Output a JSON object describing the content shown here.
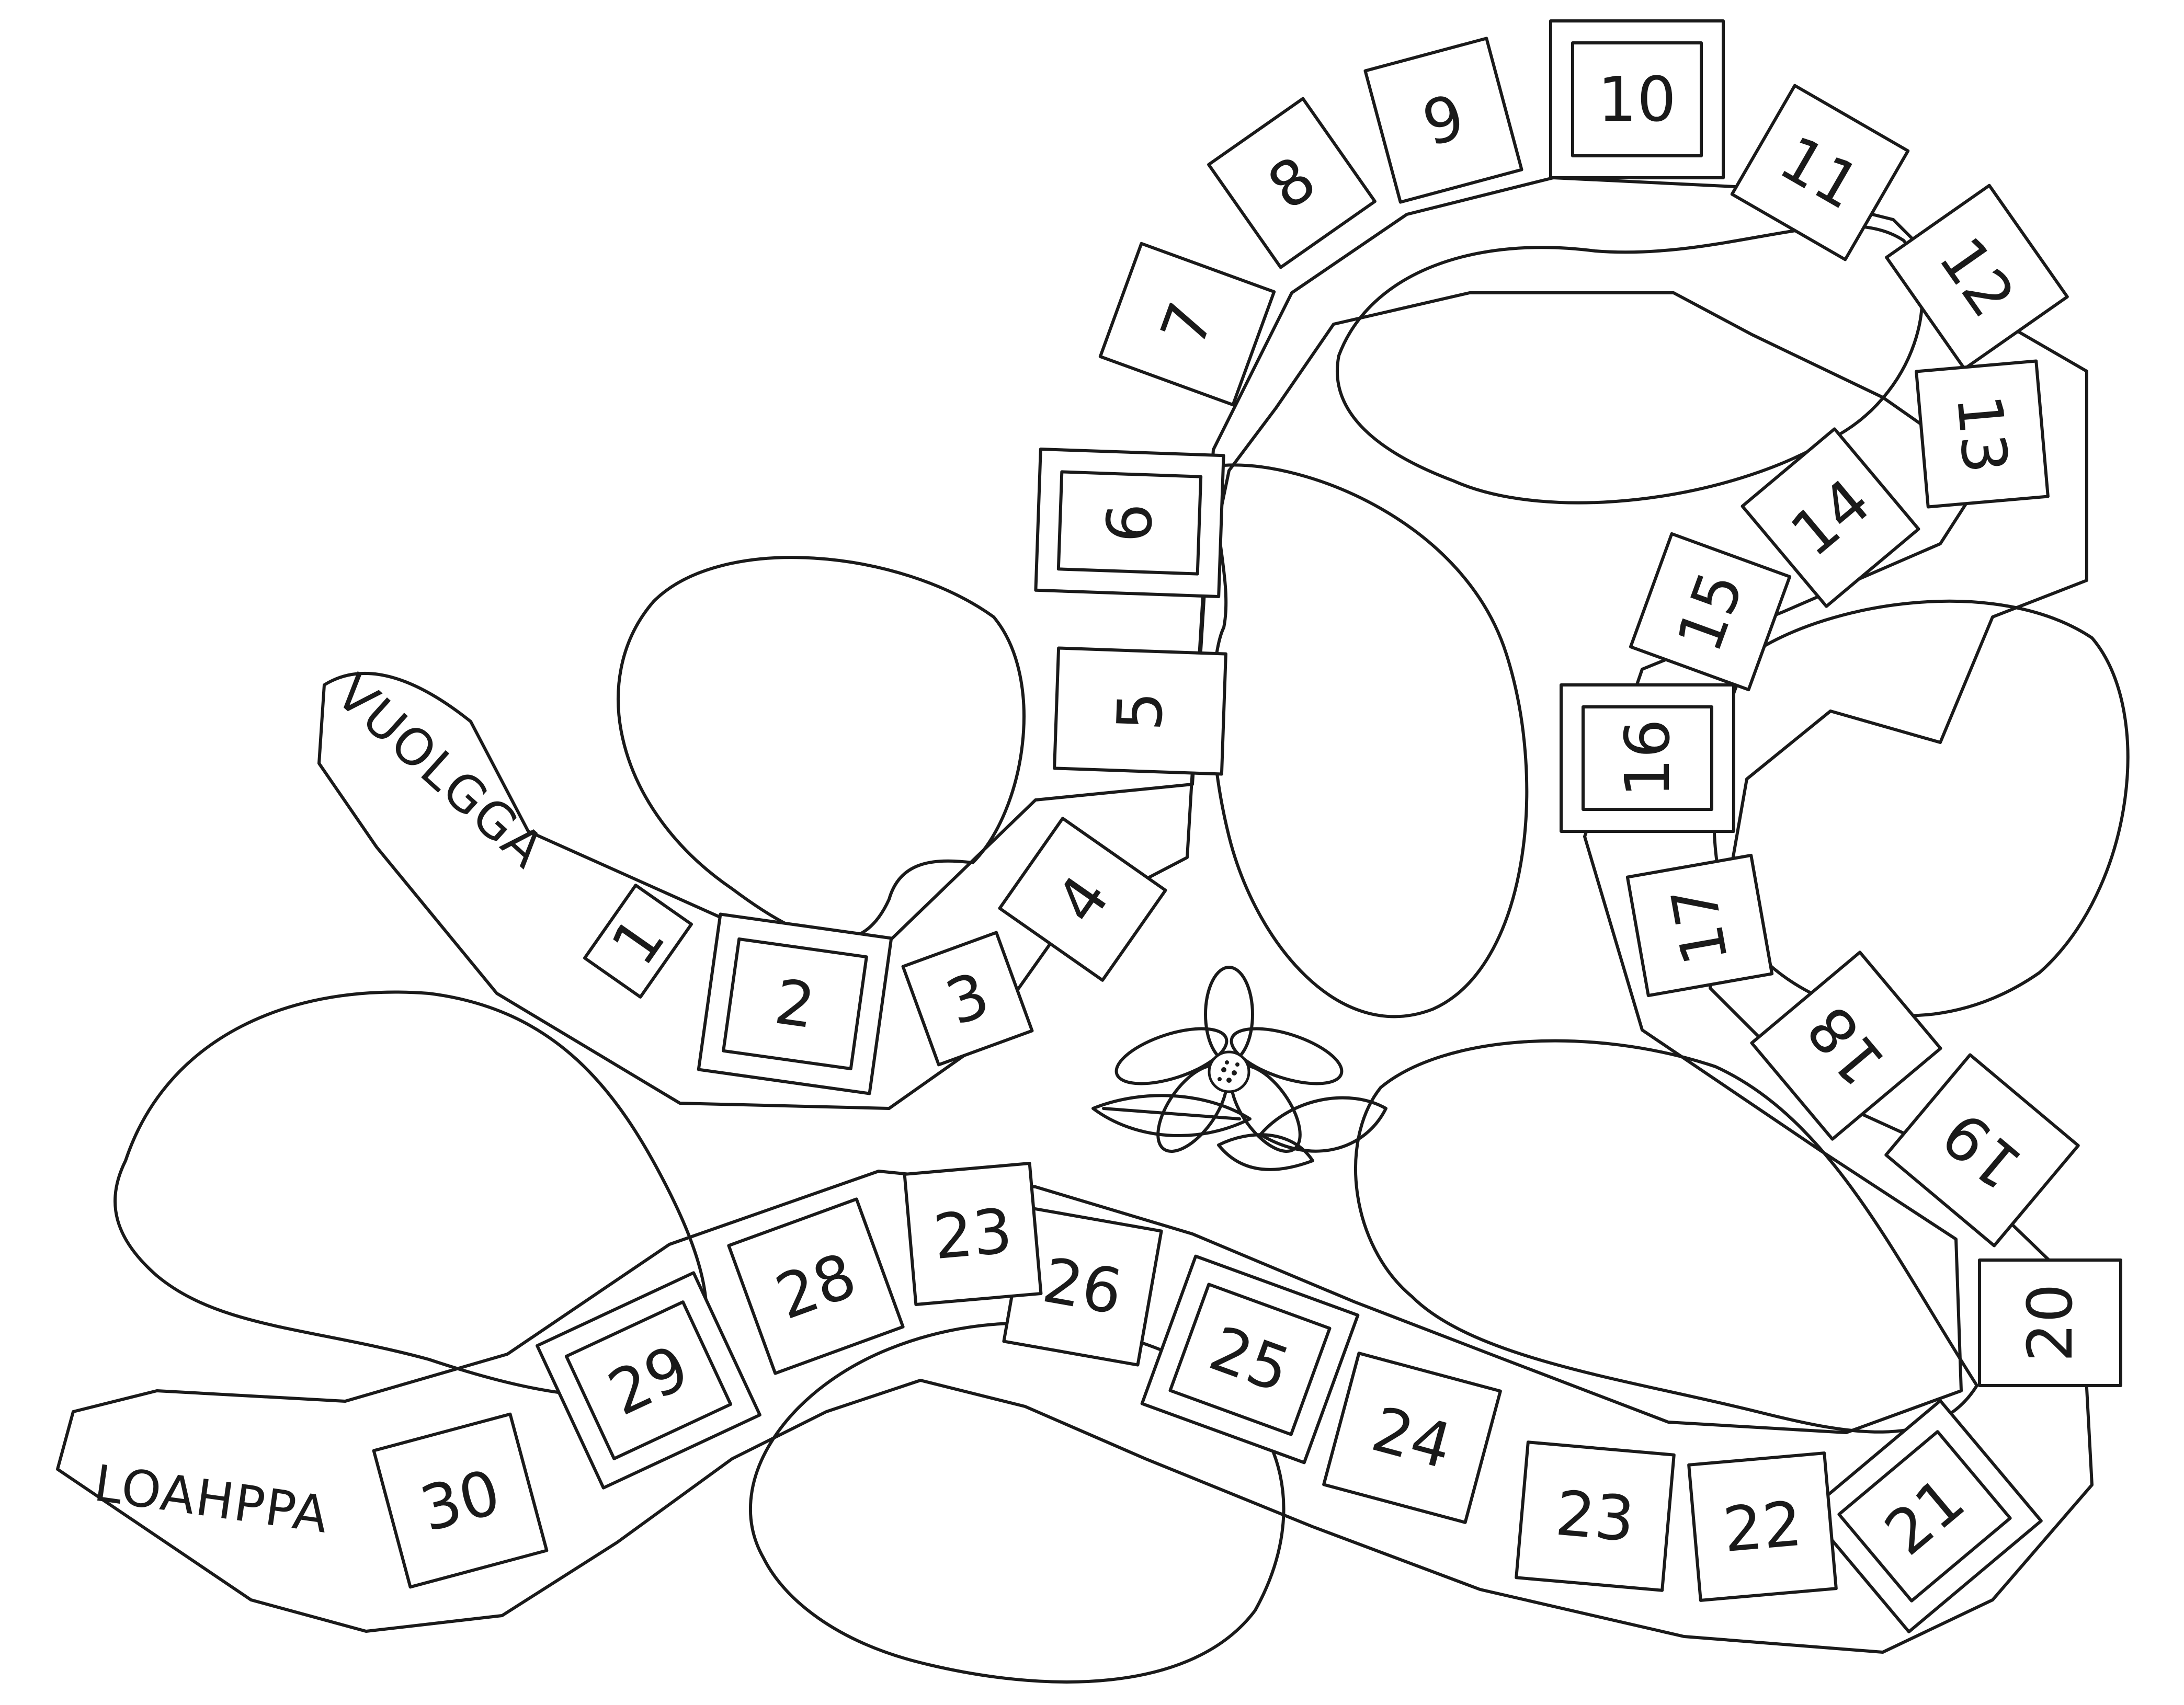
{
  "board": {
    "start_label": "VUOLGGA",
    "end_label": "LOAHPPA",
    "squares": [
      "1",
      "2",
      "3",
      "4",
      "5",
      "6",
      "7",
      "8",
      "9",
      "10",
      "11",
      "12",
      "13",
      "14",
      "15",
      "16",
      "17",
      "18",
      "19",
      "20",
      "21",
      "22",
      "23",
      "24",
      "25",
      "26",
      "23",
      "28",
      "29",
      "30"
    ],
    "special_squares": [
      {
        "index": 1,
        "pattern": "spiral-border"
      },
      {
        "index": 5,
        "pattern": "zigzag-border"
      },
      {
        "index": 9,
        "pattern": "spiral-border"
      },
      {
        "index": 15,
        "pattern": "zigzag-border"
      },
      {
        "index": 20,
        "pattern": "spiral-border"
      },
      {
        "index": 24,
        "pattern": "zigzag-border"
      },
      {
        "index": 28,
        "pattern": "spiral-border"
      }
    ],
    "decoration": "flower-icon"
  }
}
